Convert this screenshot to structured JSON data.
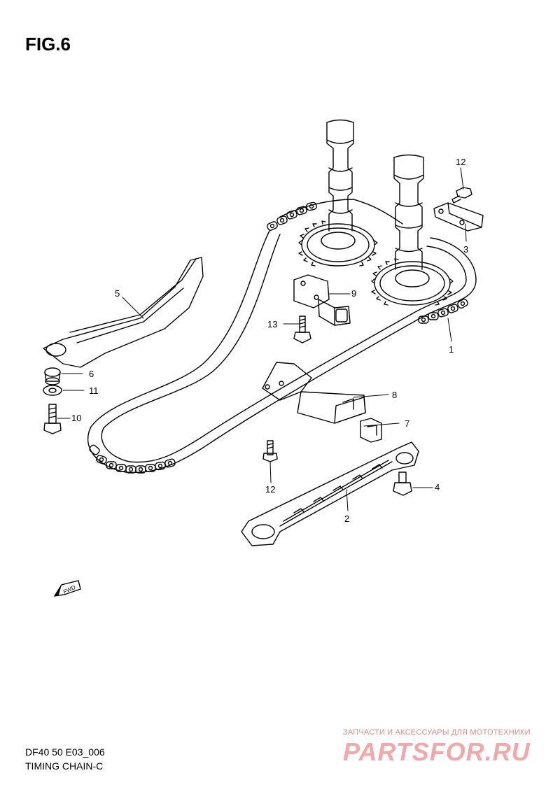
{
  "figure": {
    "title": "FIG.6"
  },
  "callouts": [
    {
      "num": "1",
      "part": "chain"
    },
    {
      "num": "2",
      "part": "chain-guide"
    },
    {
      "num": "3",
      "part": "bracket"
    },
    {
      "num": "4",
      "part": "bolt"
    },
    {
      "num": "5",
      "part": "chain-tensioner-arm"
    },
    {
      "num": "6",
      "part": "collar"
    },
    {
      "num": "7",
      "part": "clip"
    },
    {
      "num": "8",
      "part": "guide-plate"
    },
    {
      "num": "9",
      "part": "tensioner"
    },
    {
      "num": "10",
      "part": "bolt"
    },
    {
      "num": "11",
      "part": "washer"
    },
    {
      "num": "12",
      "part": "bolt"
    },
    {
      "num": "12",
      "part": "bolt"
    },
    {
      "num": "13",
      "part": "bolt"
    }
  ],
  "fwd_label": "FWD",
  "footer": {
    "code": "DF40 50 E03_006",
    "name": "TIMING CHAIN-C"
  },
  "watermark": {
    "tagline": "ЗАПЧАСТИ И АКСЕССУАРЫ ДЛЯ МОТОТЕХНИКИ",
    "logo": "PARTSFOR.RU"
  }
}
